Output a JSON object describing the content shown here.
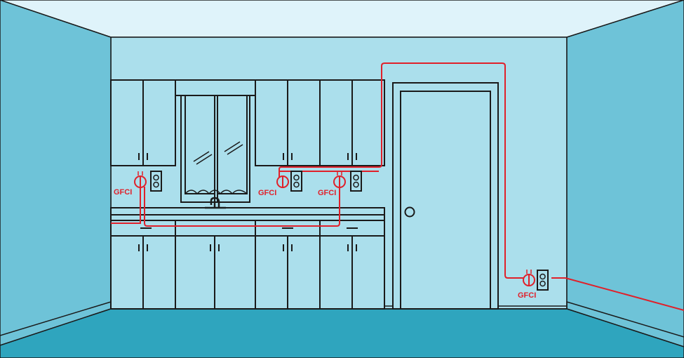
{
  "diagram": {
    "labels": {
      "gfci_left": "GFCI",
      "gfci_mid": "GFCI",
      "gfci_right": "GFCI",
      "gfci_wall": "GFCI"
    },
    "colors": {
      "ceiling": "#DFF3FA",
      "back_wall": "#ABDFEC",
      "side_wall": "#6EC3D8",
      "floor": "#2FA5BE",
      "line": "#1A1A1A",
      "wire": "#E0202A",
      "label": "#E0202A"
    }
  }
}
